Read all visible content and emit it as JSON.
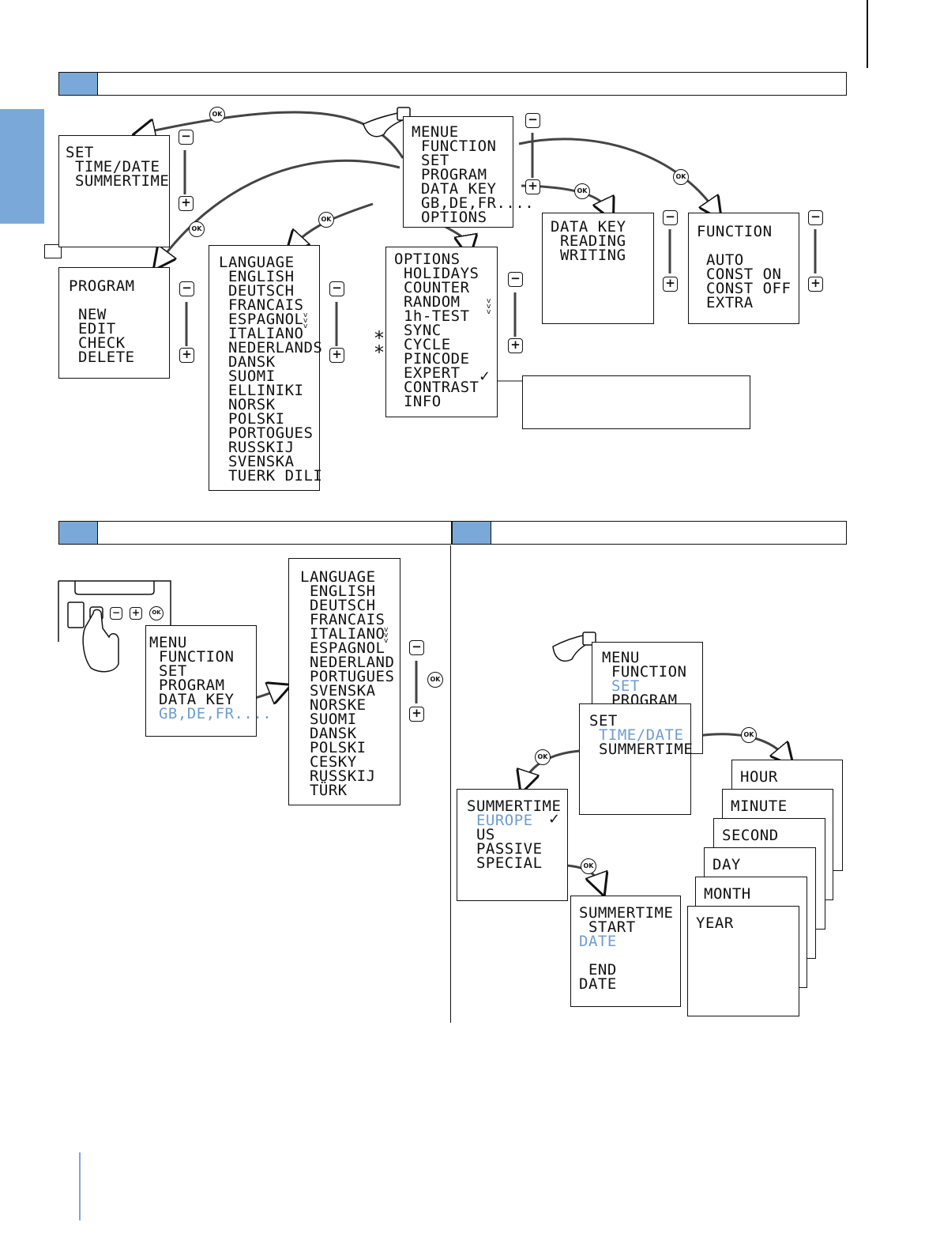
{
  "screens": {
    "menue_top": [
      "MENUE",
      " FUNCTION",
      " SET",
      " PROGRAM",
      " DATA KEY",
      " GB,DE,FR....",
      " OPTIONS"
    ],
    "set_top": [
      "SET",
      " TIME/DATE",
      " SUMMERTIME"
    ],
    "program": [
      "PROGRAM",
      "",
      " NEW",
      " EDIT",
      " CHECK",
      " DELETE"
    ],
    "language_top": [
      "LANGUAGE",
      " ENGLISH",
      " DEUTSCH",
      " FRANCAIS",
      " ESPAGNOL",
      " ITALIANO",
      " NEDERLANDS",
      " DANSK",
      " SUOMI",
      " ELLINIKI",
      " NORSK",
      " POLSKI",
      " PORTOGUES",
      " RUSSKIJ",
      " SVENSKA",
      " TUERK DILI"
    ],
    "options": [
      "OPTIONS",
      " HOLIDAYS",
      " COUNTER",
      " RANDOM",
      " 1h-TEST",
      " SYNC",
      " CYCLE",
      " PINCODE",
      " EXPERT",
      " CONTRAST",
      " INFO"
    ],
    "data_key": [
      "DATA KEY",
      " READING",
      " WRITING"
    ],
    "function": [
      "FUNCTION",
      "",
      " AUTO",
      " CONST ON",
      " CONST OFF",
      " EXTRA"
    ],
    "menu_bl": [
      "MENU",
      " FUNCTION",
      " SET",
      " PROGRAM",
      " DATA KEY",
      " GB,DE,FR...."
    ],
    "language_bl": [
      "LANGUAGE",
      " ENGLISH",
      " DEUTSCH",
      " FRANCAIS",
      " ITALIANO",
      " ESPAGNOL",
      " NEDERLAND",
      " PORTUGUES",
      " SVENSKA",
      " NORSKE",
      " SUOMI",
      " DANSK",
      " POLSKI",
      " CESKY",
      " RUSSKIJ",
      " TÜRK"
    ],
    "menu_br": [
      "MENU",
      " FUNCTION",
      " SET",
      " PROGRAM"
    ],
    "set_br": [
      "SET",
      " TIME/DATE",
      " SUMMERTIME"
    ],
    "summertime": [
      "SUMMERTIME",
      " EUROPE",
      " US",
      " PASSIVE",
      " SPECIAL"
    ],
    "summertime_start": [
      "SUMMERTIME",
      " START",
      "DATE",
      "",
      " END",
      "DATE"
    ],
    "time_stack": [
      "HOUR",
      "MINUTE",
      "SECOND",
      "DAY",
      "MONTH",
      "YEAR"
    ]
  },
  "buttons": {
    "minus": "−",
    "plus": "+",
    "ok": "OK"
  },
  "marks": {
    "star": "*",
    "check": "✓",
    "v3": "v\nv\nv"
  },
  "colors": {
    "accent_blue": "#7aa8d8",
    "highlight_text": "#6e9dd0",
    "ink": "#111111"
  },
  "icons": [
    "hand-pointer-icon",
    "key-button-icon",
    "arrow-icon"
  ]
}
